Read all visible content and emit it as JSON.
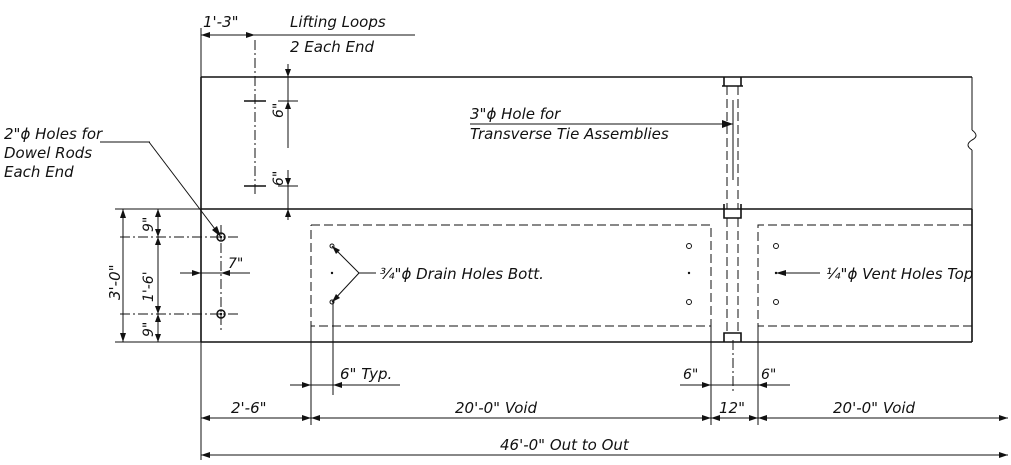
{
  "notes": {
    "lifting_dim": "1'-3\"",
    "lifting_loops_1": "Lifting Loops",
    "lifting_loops_2": "2 Each End",
    "dowel_1": "2\"ϕ Holes for",
    "dowel_2": "Dowel Rods",
    "dowel_3": "Each End",
    "tie_1": "3\"ϕ Hole for",
    "tie_2": "Transverse Tie Assemblies",
    "drain": "¾\"ϕ Drain Holes Bott.",
    "vent": "¼\"ϕ Vent Holes Top",
    "typ": "6\" Typ."
  },
  "dims": {
    "loop_top": "6\"",
    "loop_bottom": "6\"",
    "height_total": "3'-0\"",
    "h_9a": "9\"",
    "h_16": "1'-6'",
    "h_9b": "9\"",
    "h_7": "7\"",
    "d_6_left": "6\"",
    "d_6_right": "6\"",
    "d_26": "2'-6\"",
    "d_void1": "20'-0\" Void",
    "d_12": "12\"",
    "d_void2": "20'-0\" Void",
    "d_total": "46'-0\" Out to Out"
  }
}
